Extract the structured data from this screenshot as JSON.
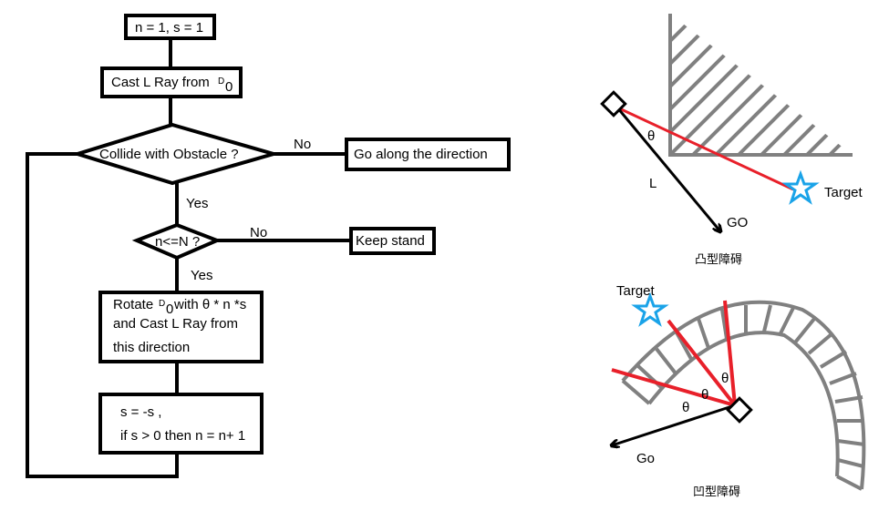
{
  "flowchart": {
    "init": "n = 1, s = 1",
    "cast": "Cast L Ray from",
    "d0": "D",
    "d0_sub": "0",
    "collide": "Collide with Obstacle ?",
    "no1": "No",
    "go_along": "Go along the direction",
    "yes1": "Yes",
    "check_n": "n<=N ?",
    "no2": "No",
    "keep_stand": "Keep stand",
    "yes2": "Yes",
    "rotate_pre": "Rotate",
    "rotate_post": "with θ * n *s",
    "rotate_line2": "and Cast L Ray from",
    "rotate_line3": "this direction",
    "update_line1": "s = -s ,",
    "update_line2": "if s > 0 then n = n+ 1"
  },
  "convex": {
    "theta": "θ",
    "length": "L",
    "go": "GO",
    "target": "Target",
    "caption": "凸型障碍"
  },
  "concave": {
    "target": "Target",
    "theta1": "θ",
    "theta2": "θ",
    "theta3": "θ",
    "go": "Go",
    "caption": "凹型障碍"
  },
  "colors": {
    "line": "#000000",
    "ray": "#e8202a",
    "star": "#1aa3e8",
    "hatch": "#808080"
  }
}
